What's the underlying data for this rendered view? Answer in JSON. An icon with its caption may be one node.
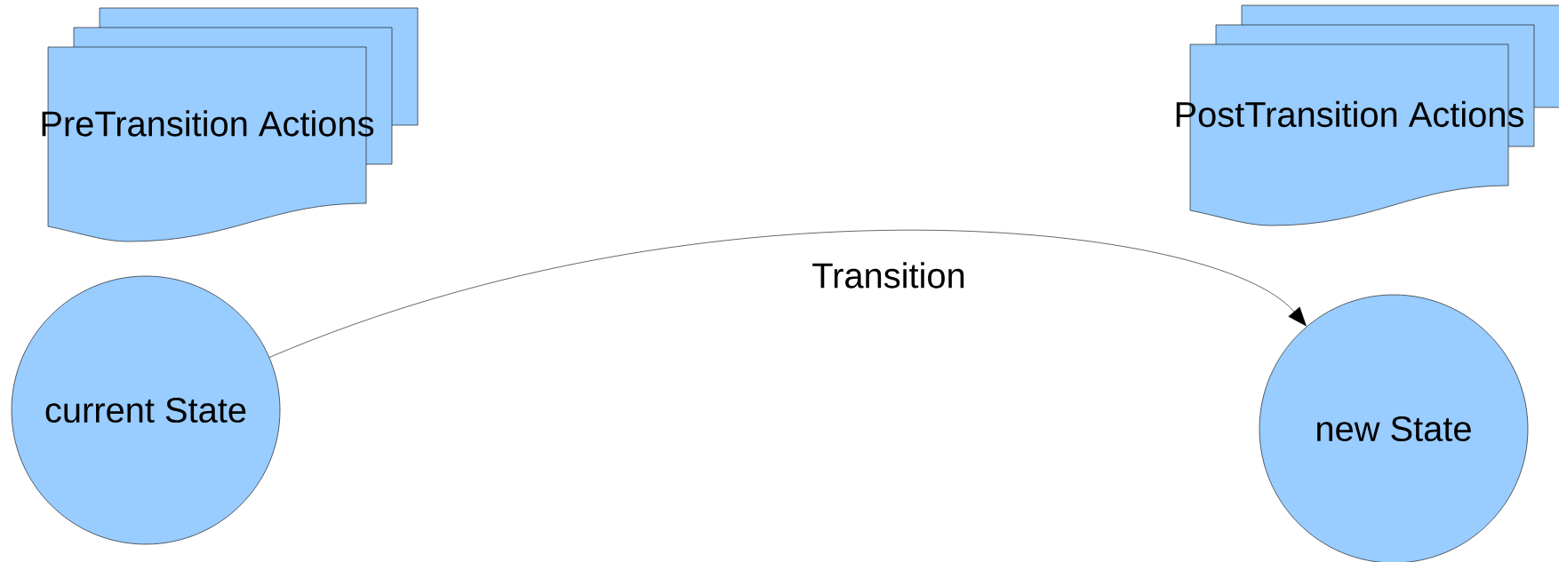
{
  "diagram": {
    "nodes": [
      {
        "text": [
          "PreTransition Actions"
        ]
      },
      {
        "text": [
          "PostTransition Actions"
        ]
      },
      {
        "text": [
          "current State"
        ]
      },
      {
        "text": [
          "new State"
        ]
      }
    ],
    "edges": [
      {
        "from": 2,
        "to": 3,
        "arrow": "to",
        "label": "Transition"
      }
    ]
  }
}
